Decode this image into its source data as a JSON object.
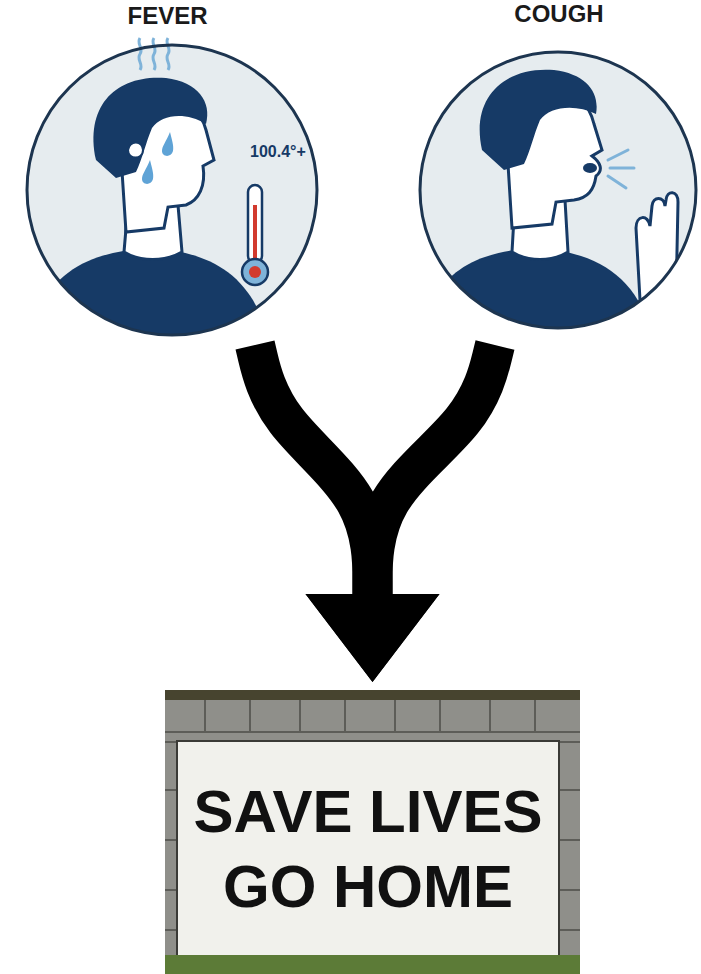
{
  "diagram": {
    "nodes": [
      {
        "text": [
          "FEVER",
          "100.4°+"
        ]
      },
      {
        "text": [
          "COUGH"
        ]
      },
      {
        "text": [
          "SAVE LIVES GO HOME"
        ]
      }
    ],
    "edges": [
      {
        "from": 0,
        "to": 2,
        "arrow": "to"
      },
      {
        "from": 1,
        "to": 2,
        "arrow": "to"
      }
    ]
  }
}
